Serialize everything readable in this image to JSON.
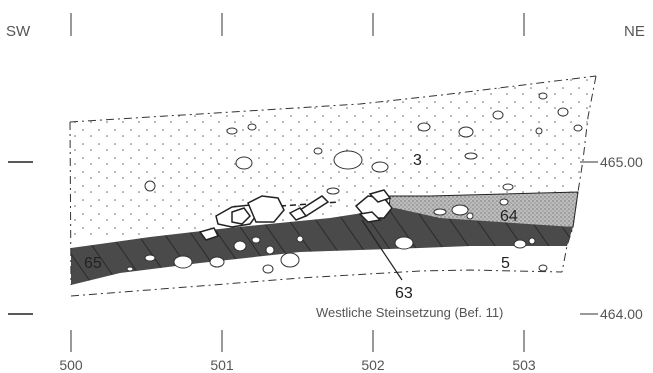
{
  "orientation": {
    "left": "SW",
    "right": "NE"
  },
  "x_axis": {
    "ticks": [
      "500",
      "501",
      "502",
      "503"
    ]
  },
  "elevations": [
    "465.00",
    "464.00"
  ],
  "layers": [
    "3",
    "64",
    "65",
    "5"
  ],
  "feature_number": "63",
  "caption": "Westliche Steinsetzung (Bef. 11)",
  "colors": {
    "dark_layer": "#4a4a4a",
    "grey_layer": "#bdbdbd",
    "line": "#222222",
    "label": "#555555"
  }
}
